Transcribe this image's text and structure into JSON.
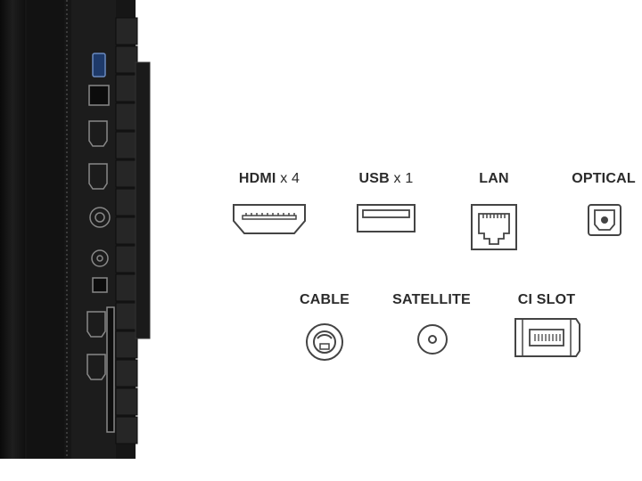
{
  "ports": [
    {
      "id": "hdmi",
      "label": "HDMI",
      "qty": " x 4",
      "icon": "hdmi-icon"
    },
    {
      "id": "usb",
      "label": "USB",
      "qty": " x 1",
      "icon": "usb-icon"
    },
    {
      "id": "lan",
      "label": "LAN",
      "qty": "",
      "icon": "lan-icon"
    },
    {
      "id": "optical",
      "label": "OPTICAL",
      "qty": "",
      "icon": "optical-icon"
    },
    {
      "id": "cable",
      "label": "CABLE",
      "qty": "",
      "icon": "coax-cable-icon"
    },
    {
      "id": "satellite",
      "label": "SATELLITE",
      "qty": "",
      "icon": "satellite-f-connector-icon"
    },
    {
      "id": "ci",
      "label": "CI SLOT",
      "qty": "",
      "icon": "ci-slot-card-icon"
    }
  ],
  "colors": {
    "label": "#2b2b2b",
    "icon_stroke": "#444444",
    "tv_body": "#1a1a1a",
    "tv_panel": "#2a2a2a"
  }
}
